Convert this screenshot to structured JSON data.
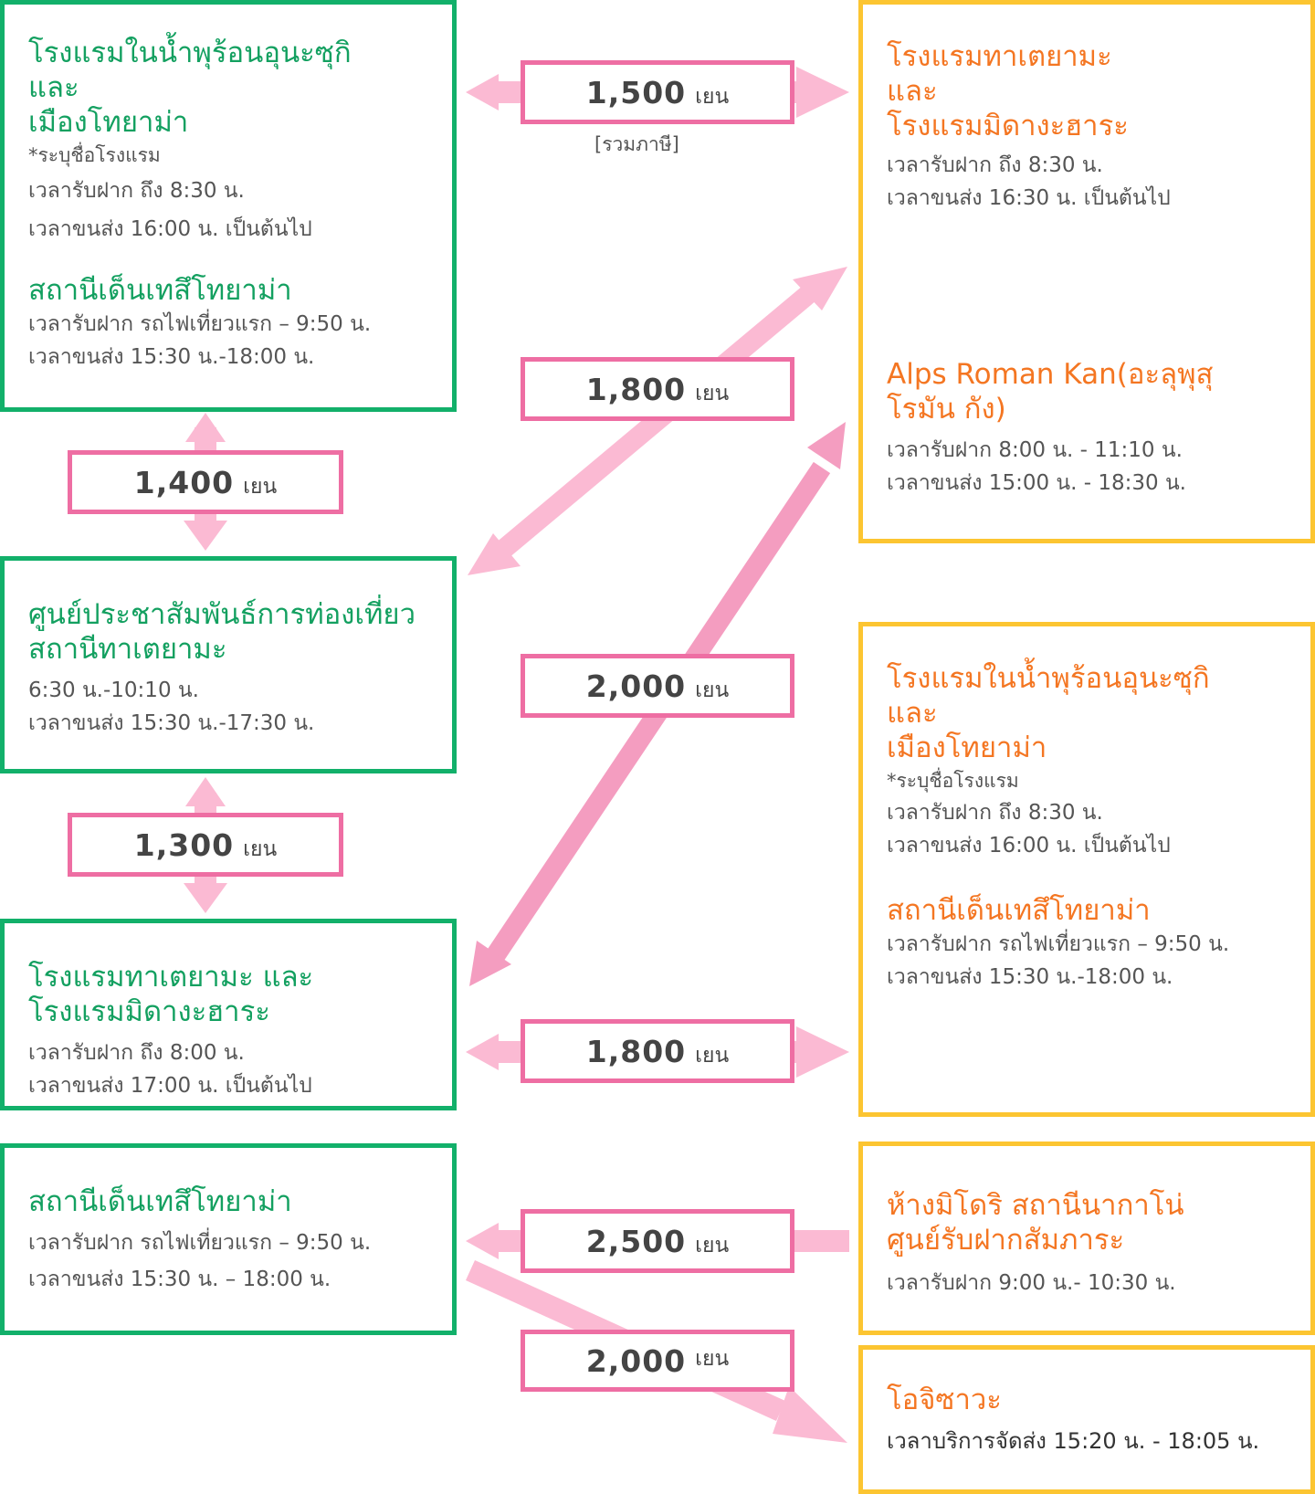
{
  "colors": {
    "green_border": "#12b06a",
    "orange_border": "#fcc531",
    "price_border": "#ee6ea3",
    "arrow_light": "#fbbad3",
    "arrow_dark": "#f49dc0"
  },
  "left": {
    "box1": {
      "titles": [
        "โรงแรมในน้ำพุร้อนอุนะซุกิ",
        "และ",
        "เมืองโทยาม่า"
      ],
      "note": "*ระบุชื่อโรงแรม",
      "lines": [
        "เวลารับฝาก ถึง 8:30 น.",
        "เวลาขนส่ง 16:00 น. เป็นต้นไป"
      ],
      "title2": "สถานีเด็นเทสึโทยาม่า",
      "lines2": [
        "เวลารับฝาก รถไฟเที่ยวแรก – 9:50 น.",
        "เวลาขนส่ง 15:30 น.-18:00 น."
      ]
    },
    "box2": {
      "titles": [
        "ศูนย์ประชาสัมพันธ์การท่องเที่ยว",
        "สถานีทาเตยามะ"
      ],
      "lines": [
        "6:30 น.-10:10 น.",
        "เวลาขนส่ง 15:30 น.-17:30 น."
      ]
    },
    "box3": {
      "titles": [
        "โรงแรมทาเตยามะ และ",
        "โรงแรมมิดางะฮาระ"
      ],
      "lines": [
        "เวลารับฝาก ถึง 8:00 น.",
        "เวลาขนส่ง 17:00 น. เป็นต้นไป"
      ]
    },
    "box4": {
      "titles": [
        "สถานีเด็นเทสึโทยาม่า"
      ],
      "lines": [
        "เวลารับฝาก รถไฟเที่ยวแรก  – 9:50 น.",
        "เวลาขนส่ง 15:30 น. – 18:00 น."
      ]
    }
  },
  "right": {
    "box1": {
      "titles": [
        "โรงแรมทาเตยามะ",
        "และ",
        "โรงแรมมิดางะฮาระ"
      ],
      "lines": [
        "เวลารับฝาก ถึง 8:30 น.",
        "เวลาขนส่ง 16:30 น. เป็นต้นไป"
      ],
      "titles2": [
        "Alps Roman Kan(อะลุพุสุ",
        "โรมัน กัง)"
      ],
      "lines2": [
        "เวลารับฝาก 8:00 น. - 11:10 น.",
        "เวลาขนส่ง 15:00 น. - 18:30 น."
      ]
    },
    "box2": {
      "titles": [
        "โรงแรมในน้ำพุร้อนอุนะซุกิ",
        "และ",
        "เมืองโทยาม่า"
      ],
      "note": "*ระบุชื่อโรงแรม",
      "lines": [
        "เวลารับฝาก ถึง 8:30 น.",
        "เวลาขนส่ง 16:00 น. เป็นต้นไป"
      ],
      "title2": "สถานีเด็นเทสึโทยาม่า",
      "lines2": [
        "เวลารับฝาก รถไฟเที่ยวแรก – 9:50 น.",
        "เวลาขนส่ง 15:30 น.-18:00 น."
      ]
    },
    "box3": {
      "titles": [
        "ห้างมิโดริ สถานีนากาโน่",
        "ศูนย์รับฝากสัมภาระ"
      ],
      "lines": [
        "เวลารับฝาก 9:00 น.- 10:30 น."
      ]
    },
    "box4": {
      "titles": [
        "โอจิซาวะ"
      ],
      "lines": [
        "เวลาบริการจัดส่ง 15:20 น. - 18:05 น."
      ]
    }
  },
  "prices": {
    "p1": {
      "value": "1,500",
      "unit": "เยน",
      "sub": "[รวมภาษี]"
    },
    "p2": {
      "value": "1,800",
      "unit": "เยน"
    },
    "p3": {
      "value": "2,000",
      "unit": "เยน"
    },
    "p4": {
      "value": "1,800",
      "unit": "เยน"
    },
    "p5": {
      "value": "2,500",
      "unit": "เยน"
    },
    "p6": {
      "value": "2,000",
      "unit": "เยน"
    },
    "p7": {
      "value": "1,400",
      "unit": "เยน"
    },
    "p8": {
      "value": "1,300",
      "unit": "เยน"
    }
  }
}
